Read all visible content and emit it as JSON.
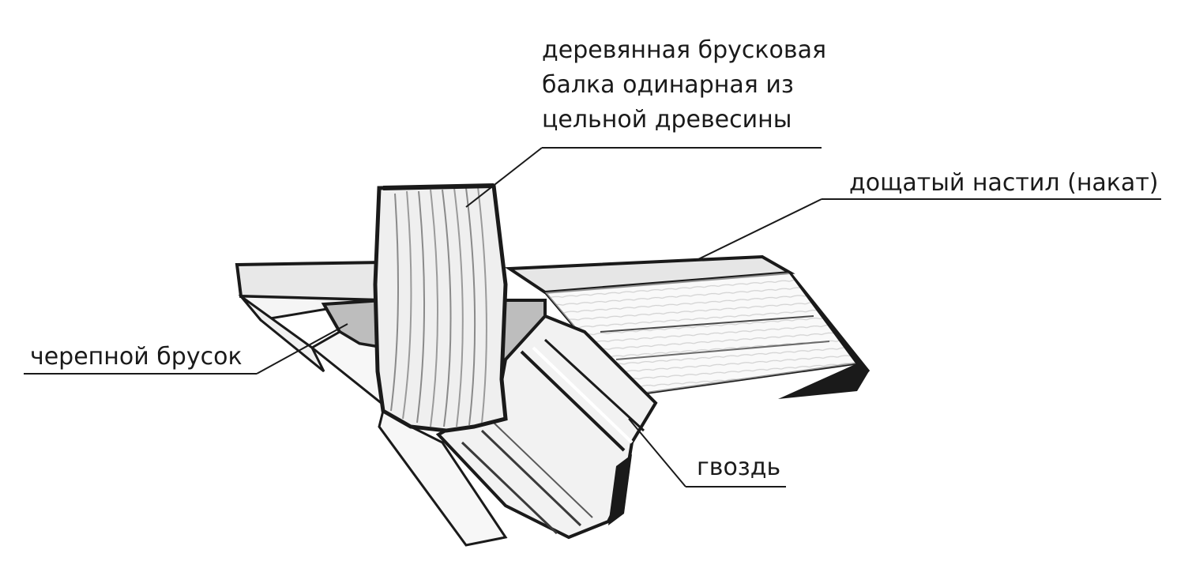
{
  "labels": {
    "beam": {
      "line1": "деревянная брусковая",
      "line2": "балка одинарная из",
      "line3": "цельной древесины"
    },
    "decking": "дощатый настил (накат)",
    "cranial_bar": "черепной брусок",
    "nail": "гвоздь"
  },
  "colors": {
    "ink": "#1a1a1a",
    "wood_light": "#f2f2f2",
    "wood_mid": "#d4d4d4",
    "background": "#ffffff"
  }
}
